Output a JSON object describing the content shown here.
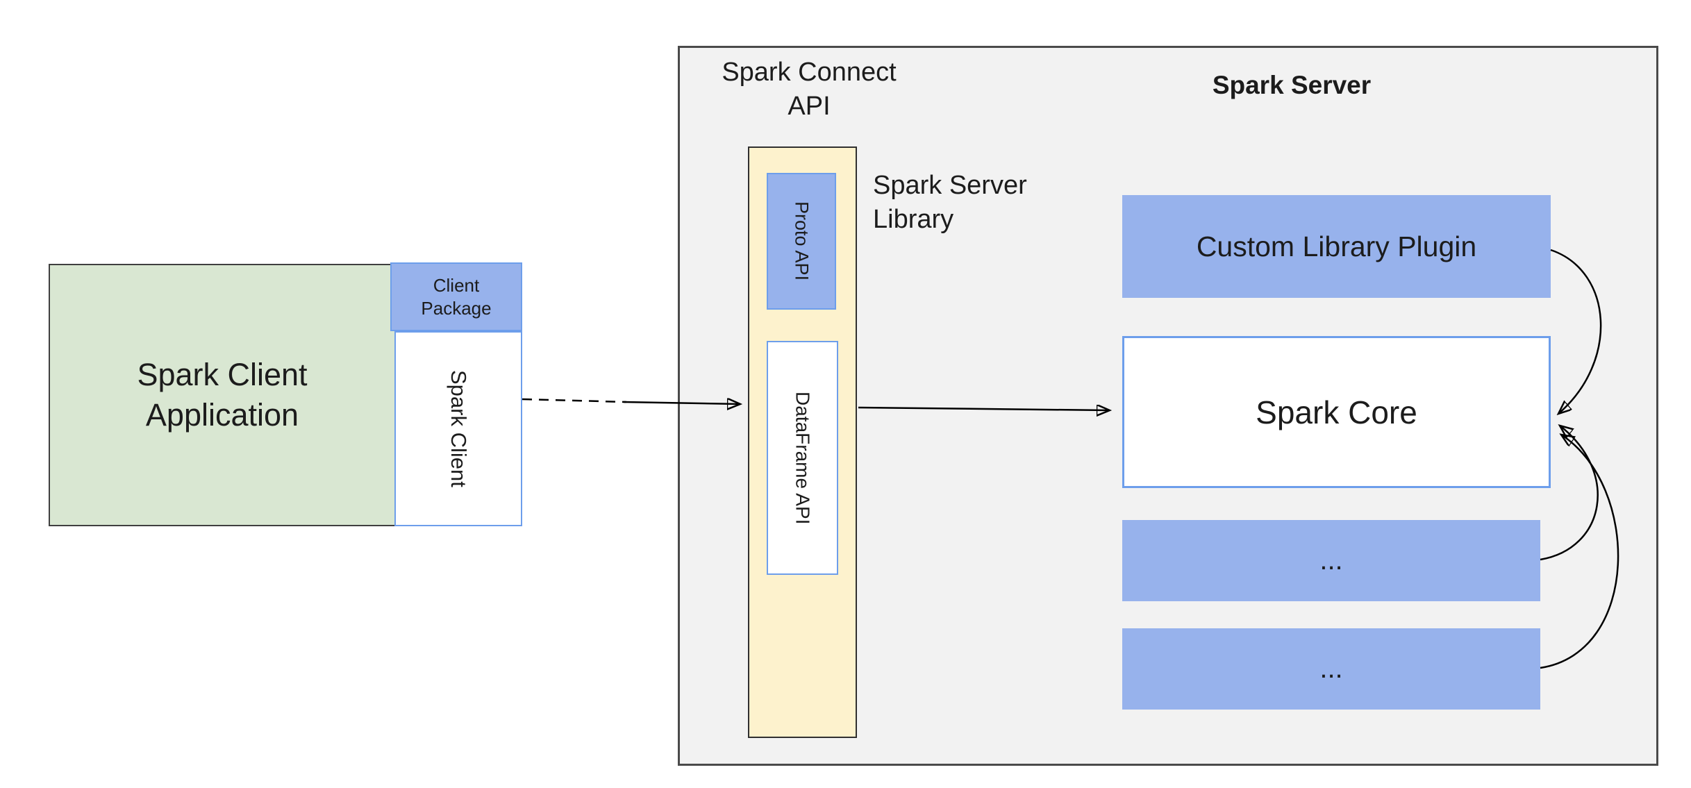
{
  "diagram": {
    "client": {
      "app_label": "Spark Client Application",
      "package_label": "Client Package",
      "client_label": "Spark Client"
    },
    "connect": {
      "api_label": "Spark Connect API",
      "proto_label": "Proto  API",
      "dataframe_label": "DataFrame API",
      "library_label": "Spark Server Library"
    },
    "server": {
      "title": "Spark Server",
      "plugin_label": "Custom Library Plugin",
      "core_label": "Spark Core",
      "ellipsis_1": "...",
      "ellipsis_2": "..."
    },
    "colors": {
      "client_green": "#d9e7d2",
      "accent_blue": "#97b2ec",
      "blue_border": "#6d9eeb",
      "connect_yellow": "#fdf2cd",
      "server_gray": "#f2f2f2",
      "arrow_black": "#000000"
    }
  }
}
